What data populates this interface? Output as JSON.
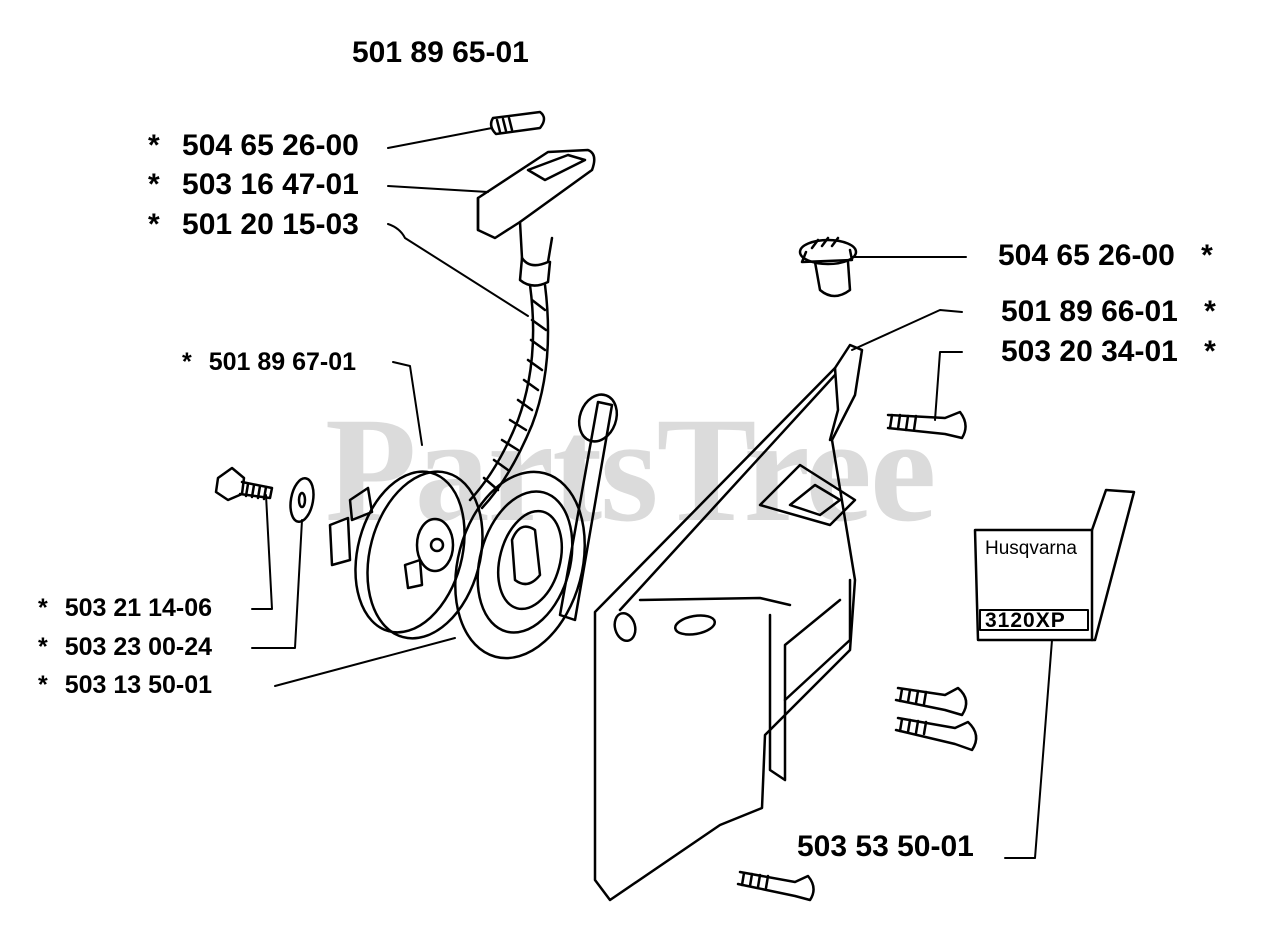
{
  "diagram": {
    "title_part_number": "501 89 65-01",
    "watermark": "PartsTree",
    "parts": {
      "handle_insert": "504 65 26-00",
      "starter_handle": "503 16 47-01",
      "starter_rope": "501 20 15-03",
      "starter_pulley": "501 89 67-01",
      "screw": "503 21 14-06",
      "washer": "503 23 00-24",
      "recoil_spring": "503 13 50-01",
      "rope_guide": "504 65 26-00",
      "bushing": "501 89 66-01",
      "screw_right": "503 20 34-01",
      "starter_housing": "503 53 50-01"
    },
    "decal": {
      "brand": "Husqvarna",
      "model": "3120XP"
    },
    "asterisk": "*",
    "colors": {
      "ink": "#000000",
      "watermark": "#cfcfcf",
      "background": "#ffffff"
    }
  }
}
